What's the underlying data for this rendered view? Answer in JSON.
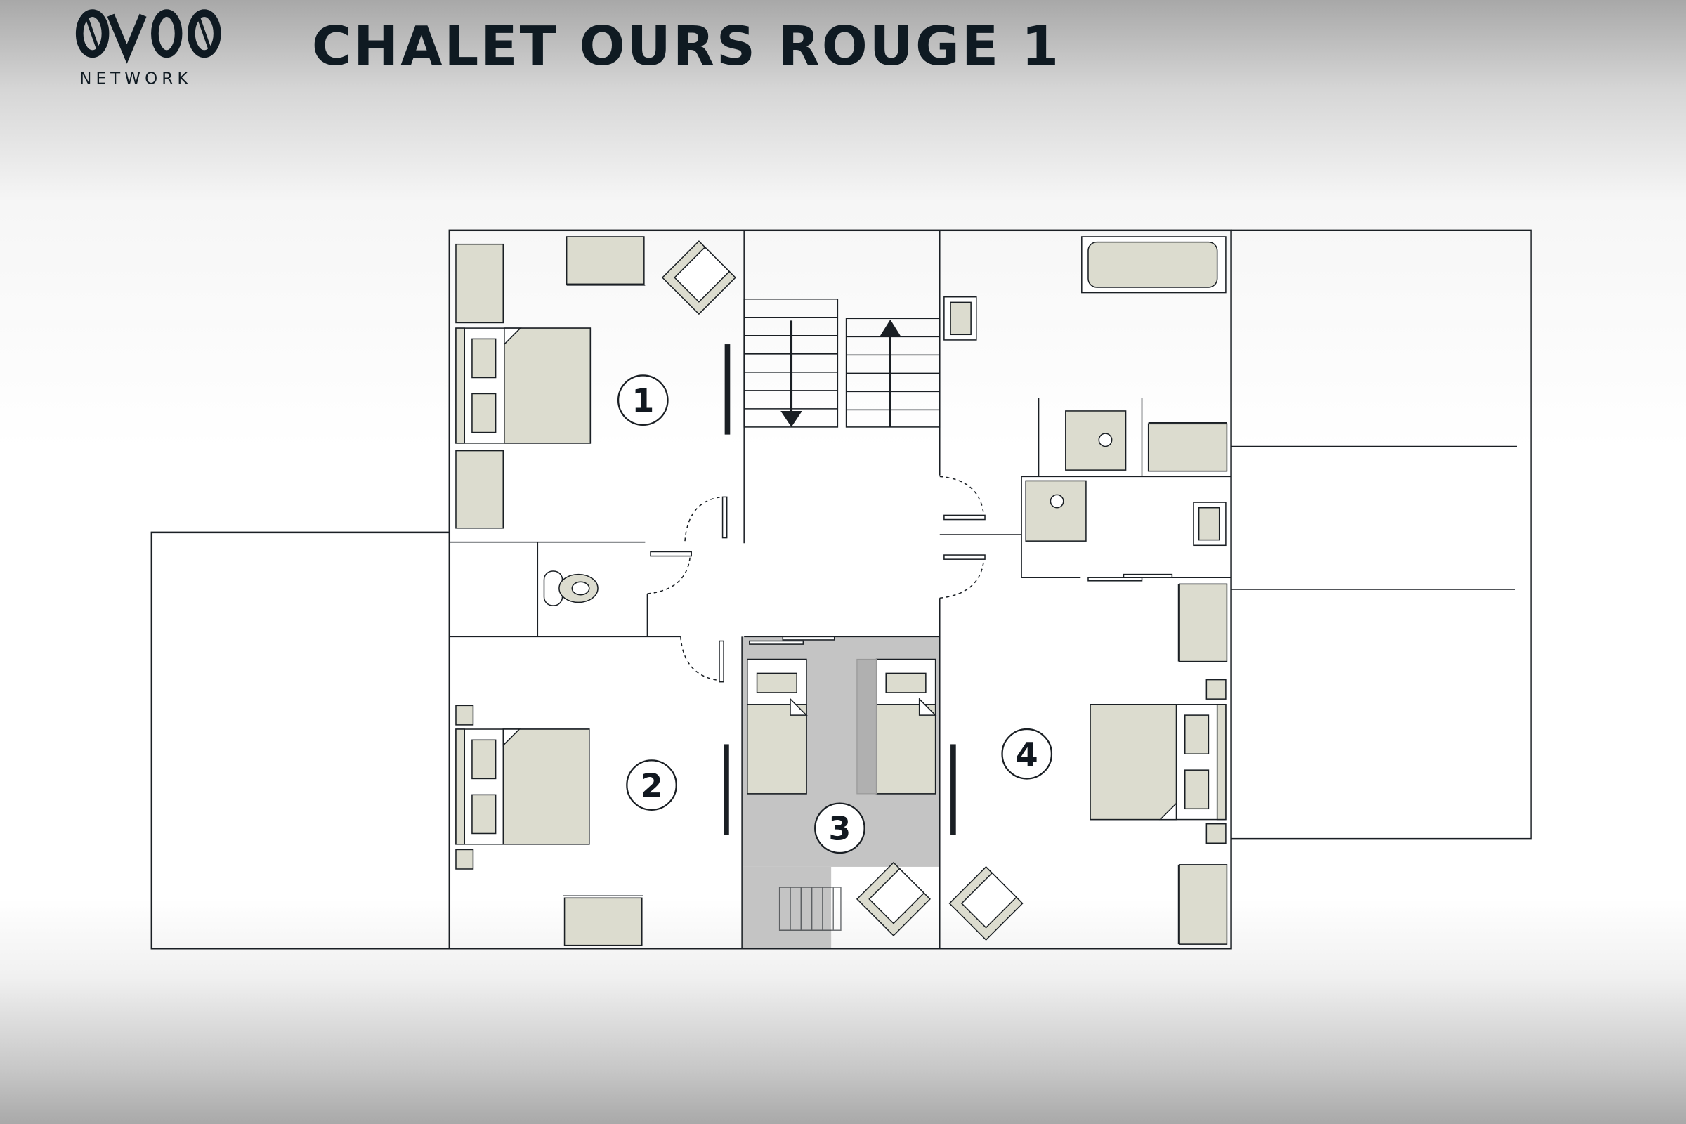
{
  "header": {
    "title": "CHALET OURS ROUGE 1",
    "logo_text": "NETWORK"
  },
  "floorplan": {
    "rooms": [
      {
        "label": "1"
      },
      {
        "label": "2"
      },
      {
        "label": "3"
      },
      {
        "label": "4"
      }
    ]
  },
  "colors": {
    "ink": "#0f1a22",
    "furniture": "#dcdccf",
    "shared_room": "#c4c4c4"
  }
}
